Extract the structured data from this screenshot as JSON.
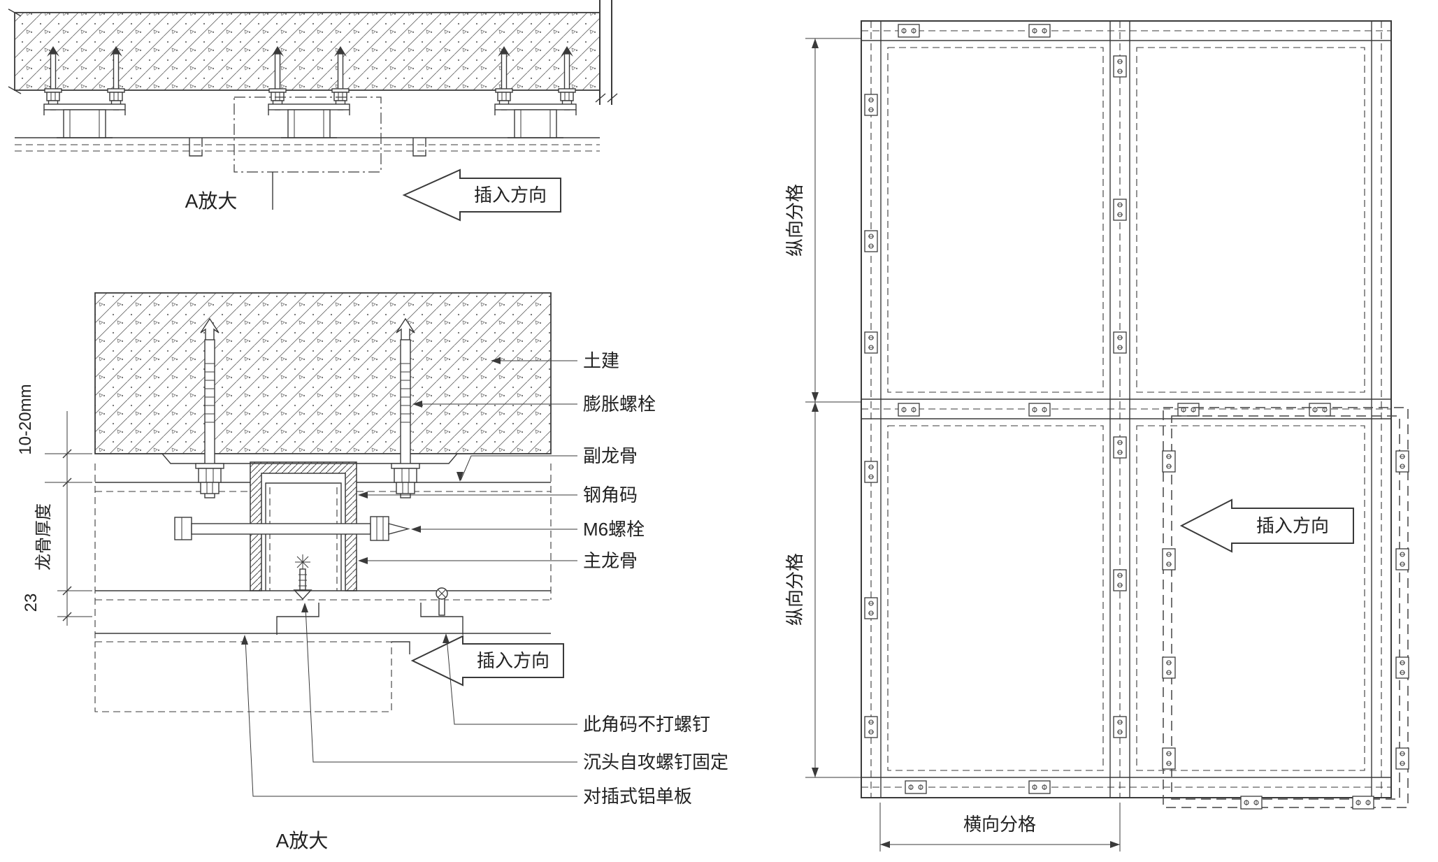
{
  "section_view": {
    "detail_label": "A放大",
    "insert_arrow": "插入方向"
  },
  "detail_view": {
    "caption": "A放大",
    "insert_arrow": "插入方向",
    "dim_gap": "10-20mm",
    "dim_keel_thickness": "龙骨厚度",
    "dim_23": "23",
    "label_civil": "土建",
    "label_expansion_bolt": "膨胀螺栓",
    "label_secondary_keel": "副龙骨",
    "label_steel_angle": "钢角码",
    "label_m6_bolt": "M6螺栓",
    "label_main_keel": "主龙骨",
    "label_angle_no_screw": "此角码不打螺钉",
    "label_countersunk": "沉头自攻螺钉固定",
    "label_panel": "对插式铝单板"
  },
  "elevation_view": {
    "dim_vertical_top": "纵向分格",
    "dim_vertical_bottom": "纵向分格",
    "dim_horizontal": "横向分格",
    "insert_arrow": "插入方向"
  },
  "colors": {
    "line": "#3a3a3a",
    "background": "#ffffff"
  }
}
